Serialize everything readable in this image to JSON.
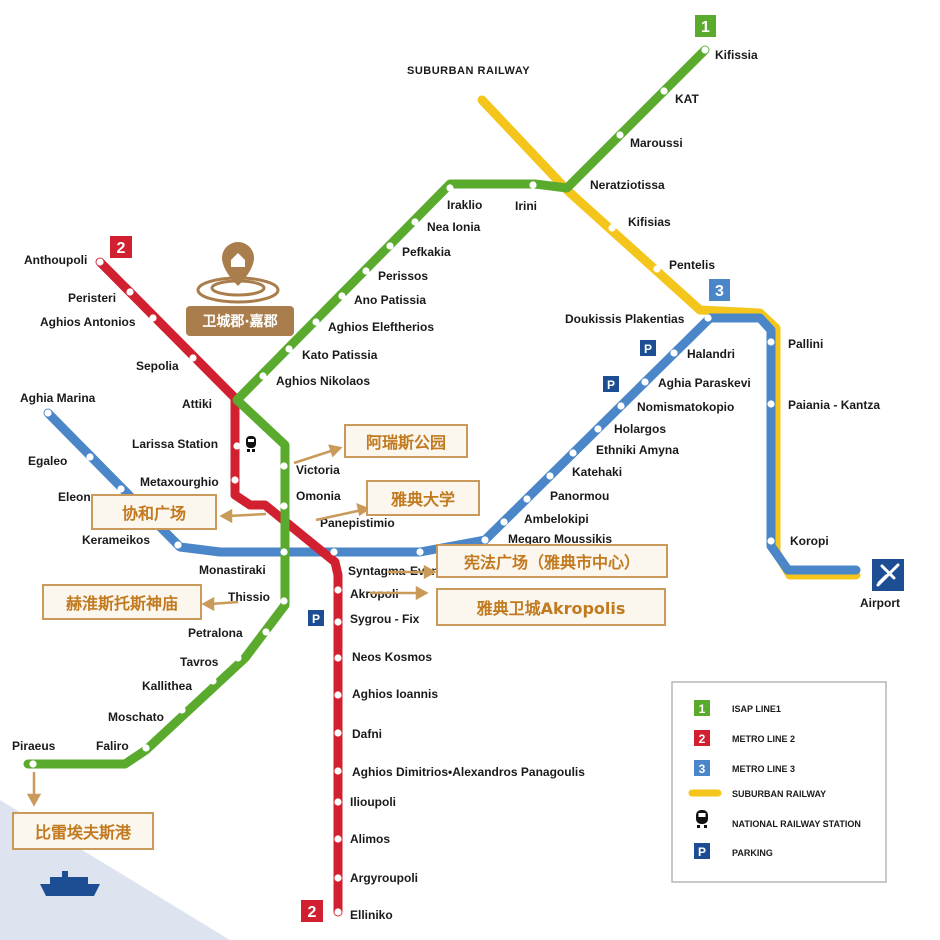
{
  "header": {
    "suburban_label": "SUBURBAN RAILWAY"
  },
  "colors": {
    "line1": "#5aaa2e",
    "line2": "#d1202f",
    "line3": "#4a86c8",
    "suburban": "#f4c51a",
    "callout": "#c99a59"
  },
  "badges": {
    "line1": "1",
    "line2_top": "2",
    "line2_bottom": "2",
    "line3": "3"
  },
  "line1": {
    "stations": [
      "Kifissia",
      "KAT",
      "Maroussi",
      "Neratziotissa",
      "Irini",
      "Iraklio",
      "Nea Ionia",
      "Pefkakia",
      "Perissos",
      "Ano Patissia",
      "Aghios Eleftherios",
      "Kato Patissia",
      "Aghios Nikolaos",
      "Attiki",
      "Victoria",
      "Omonia",
      "Monastiraki",
      "Thissio",
      "Petralona",
      "Tavros",
      "Kallithea",
      "Moschato",
      "Faliro",
      "Piraeus"
    ]
  },
  "line2": {
    "stations": [
      "Anthoupoli",
      "Peristeri",
      "Aghios Antonios",
      "Sepolia",
      "Larissa Station",
      "Metaxourghio",
      "Panepistimio",
      "Syntagma",
      "Akropoli",
      "Sygrou - Fix",
      "Neos Kosmos",
      "Aghios Ioannis",
      "Dafni",
      "Aghios Dimitrios•Alexandros Panagoulis",
      "Ilioupoli",
      "Alimos",
      "Argyroupoli",
      "Elliniko"
    ]
  },
  "line3": {
    "stations": [
      "Aghia Marina",
      "Egaleo",
      "Eleon",
      "Kerameikos",
      "Evangelismos",
      "Megaro Moussikis",
      "Ambelokipi",
      "Panormou",
      "Katehaki",
      "Ethniki Amyna",
      "Holargos",
      "Nomismatokopio",
      "Aghia Paraskevi",
      "Halandri",
      "Doukissis Plakentias",
      "Pallini",
      "Paiania - Kantza",
      "Koropi",
      "Airport"
    ]
  },
  "suburban": {
    "stations": [
      "Kifisias",
      "Pentelis"
    ]
  },
  "hotel": {
    "label": "卫城郡·嘉郡"
  },
  "callouts": {
    "areos_park": "阿瑞斯公园",
    "university": "雅典大学",
    "concord_square": "协和广场",
    "syntagma_square": "宪法广场（雅典市中心）",
    "hephaestus_temple": "赫淮斯托斯神庙",
    "acropolis": "雅典卫城Akropolis",
    "piraeus_port": "比雷埃夫斯港"
  },
  "legend": {
    "items": [
      {
        "icon": "isap-line1-icon",
        "label": "ISAP LINE1"
      },
      {
        "icon": "metro-line2-icon",
        "label": "METRO LINE 2"
      },
      {
        "icon": "metro-line3-icon",
        "label": "METRO LINE 3"
      },
      {
        "icon": "suburban-railway-icon",
        "label": "SUBURBAN RAILWAY"
      },
      {
        "icon": "train-icon",
        "label": "NATIONAL RAILWAY STATION"
      },
      {
        "icon": "parking-icon",
        "label": "PARKING"
      }
    ]
  }
}
